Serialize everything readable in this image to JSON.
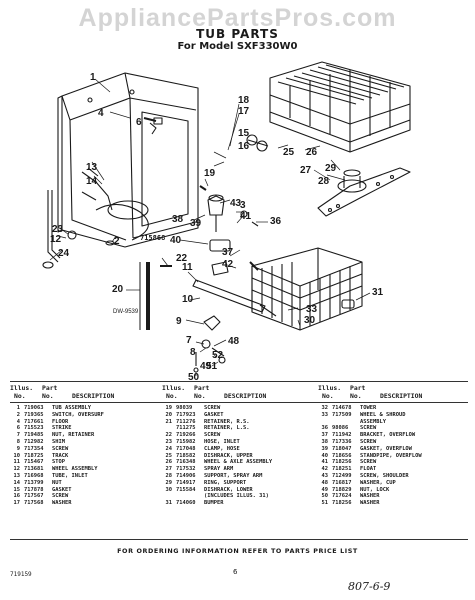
{
  "watermark": "AppliancePartsPros.com",
  "title": "TUB PARTS",
  "subtitle": "For Model SXF330W0",
  "diagram_label": "DW-9539",
  "callouts": [
    {
      "id": "c1",
      "text": "1"
    },
    {
      "id": "c4",
      "text": "4"
    },
    {
      "id": "c6",
      "text": "6"
    },
    {
      "id": "c18",
      "text": "18"
    },
    {
      "id": "c17",
      "text": "17"
    },
    {
      "id": "c15",
      "text": "15"
    },
    {
      "id": "c16",
      "text": "16"
    },
    {
      "id": "c13",
      "text": "13"
    },
    {
      "id": "c14",
      "text": "14"
    },
    {
      "id": "c25",
      "text": "25"
    },
    {
      "id": "c26",
      "text": "26"
    },
    {
      "id": "c27",
      "text": "27"
    },
    {
      "id": "c29",
      "text": "29"
    },
    {
      "id": "c28",
      "text": "28"
    },
    {
      "id": "c19",
      "text": "19"
    },
    {
      "id": "c39",
      "text": "39"
    },
    {
      "id": "c43",
      "text": "43"
    },
    {
      "id": "c3",
      "text": "3"
    },
    {
      "id": "c41",
      "text": "41"
    },
    {
      "id": "c36",
      "text": "36"
    },
    {
      "id": "c38",
      "text": "38"
    },
    {
      "id": "c23",
      "text": "23"
    },
    {
      "id": "c12",
      "text": "12"
    },
    {
      "id": "c24",
      "text": "24"
    },
    {
      "id": "c2",
      "text": "2"
    },
    {
      "id": "c40",
      "text": "40"
    },
    {
      "id": "c22",
      "text": "22"
    },
    {
      "id": "c37",
      "text": "37"
    },
    {
      "id": "c42",
      "text": "42"
    },
    {
      "id": "c11",
      "text": "11"
    },
    {
      "id": "c20",
      "text": "20"
    },
    {
      "id": "c31",
      "text": "31"
    },
    {
      "id": "c10",
      "text": "10"
    },
    {
      "id": "c33",
      "text": "33"
    },
    {
      "id": "c30",
      "text": "30"
    },
    {
      "id": "c9",
      "text": "9"
    },
    {
      "id": "c7",
      "text": "7"
    },
    {
      "id": "c48",
      "text": "48"
    },
    {
      "id": "c8",
      "text": "8"
    },
    {
      "id": "c52",
      "text": "52"
    },
    {
      "id": "c51",
      "text": "51"
    },
    {
      "id": "c50",
      "text": "50"
    },
    {
      "id": "c49",
      "text": "49"
    }
  ],
  "part_number_overlays": [
    "715868"
  ],
  "list_headers": {
    "illus": "Illus.",
    "no": "No.",
    "part": "Part",
    "part_no": "No.",
    "description": "DESCRIPTION"
  },
  "parts_col1": [
    {
      "illus": "1",
      "part": "719063",
      "desc": "TUB ASSEMBLY"
    },
    {
      "illus": "2",
      "part": "719365",
      "desc": "SWITCH, OVERSURF"
    },
    {
      "illus": "4",
      "part": "717661",
      "desc": "FLOOR"
    },
    {
      "illus": "6",
      "part": "715523",
      "desc": "STRIKE"
    },
    {
      "illus": "7",
      "part": "719485",
      "desc": "NUT, RETAINER"
    },
    {
      "illus": "8",
      "part": "712982",
      "desc": "SHIM"
    },
    {
      "illus": "9",
      "part": "717354",
      "desc": "SCREW"
    },
    {
      "illus": "10",
      "part": "718725",
      "desc": "TRACK"
    },
    {
      "illus": "11",
      "part": "715467",
      "desc": "STOP"
    },
    {
      "illus": "12",
      "part": "713681",
      "desc": "WHEEL ASSEMBLY"
    },
    {
      "illus": "13",
      "part": "716968",
      "desc": "TUBE, INLET"
    },
    {
      "illus": "14",
      "part": "713799",
      "desc": "NUT"
    },
    {
      "illus": "15",
      "part": "717878",
      "desc": "GASKET"
    },
    {
      "illus": "16",
      "part": "717567",
      "desc": "SCREW"
    },
    {
      "illus": "17",
      "part": "717568",
      "desc": "WASHER"
    }
  ],
  "parts_col2": [
    {
      "illus": "19",
      "part": "98039",
      "desc": "SCREW"
    },
    {
      "illus": "20",
      "part": "717923",
      "desc": "GASKET"
    },
    {
      "illus": "21",
      "part": "711276",
      "desc": "RETAINER, R.S."
    },
    {
      "illus": "",
      "part": "711275",
      "desc": "RETAINER, L.S."
    },
    {
      "illus": "22",
      "part": "719266",
      "desc": "SCREW"
    },
    {
      "illus": "23",
      "part": "715982",
      "desc": "HOSE, INLET"
    },
    {
      "illus": "24",
      "part": "717048",
      "desc": "CLAMP, HOSE"
    },
    {
      "illus": "25",
      "part": "718582",
      "desc": "DISHRACK, UPPER"
    },
    {
      "illus": "26",
      "part": "716348",
      "desc": "WHEEL & AXLE ASSEMBLY"
    },
    {
      "illus": "27",
      "part": "717532",
      "desc": "SPRAY ARM"
    },
    {
      "illus": "28",
      "part": "714906",
      "desc": "SUPPORT, SPRAY ARM"
    },
    {
      "illus": "29",
      "part": "714917",
      "desc": "RING, SUPPORT"
    },
    {
      "illus": "30",
      "part": "715584",
      "desc": "DISHRACK, LOWER"
    },
    {
      "illus": "",
      "part": "",
      "desc": "(INCLUDES ILLUS. 31)"
    },
    {
      "illus": "31",
      "part": "714060",
      "desc": "BUMPER"
    }
  ],
  "parts_col3": [
    {
      "illus": "32",
      "part": "714678",
      "desc": "TOWER"
    },
    {
      "illus": "33",
      "part": "717509",
      "desc": "WHEEL & SHROUD"
    },
    {
      "illus": "",
      "part": "",
      "desc": "ASSEMBLY"
    },
    {
      "illus": "36",
      "part": "98086",
      "desc": "SCREW"
    },
    {
      "illus": "37",
      "part": "711942",
      "desc": "BRACKET, OVERFLOW"
    },
    {
      "illus": "38",
      "part": "717336",
      "desc": "SCREW"
    },
    {
      "illus": "39",
      "part": "718047",
      "desc": "GASKET, OVERFLOW"
    },
    {
      "illus": "40",
      "part": "718656",
      "desc": "STANDPIPE, OVERFLOW"
    },
    {
      "illus": "41",
      "part": "718256",
      "desc": "SCREW"
    },
    {
      "illus": "42",
      "part": "718251",
      "desc": "FLOAT"
    },
    {
      "illus": "43",
      "part": "712499",
      "desc": "SCREW, SHOULDER"
    },
    {
      "illus": "48",
      "part": "716817",
      "desc": "WASHER, CUP"
    },
    {
      "illus": "49",
      "part": "718829",
      "desc": "NUT, LOCK"
    },
    {
      "illus": "50",
      "part": "717624",
      "desc": "WASHER"
    },
    {
      "illus": "51",
      "part": "718256",
      "desc": "WASHER"
    }
  ],
  "footer_note": "FOR ORDERING INFORMATION REFER TO PARTS PRICE LIST",
  "page_number": "6",
  "doc_number": "719159",
  "handwritten": "807-6-9"
}
